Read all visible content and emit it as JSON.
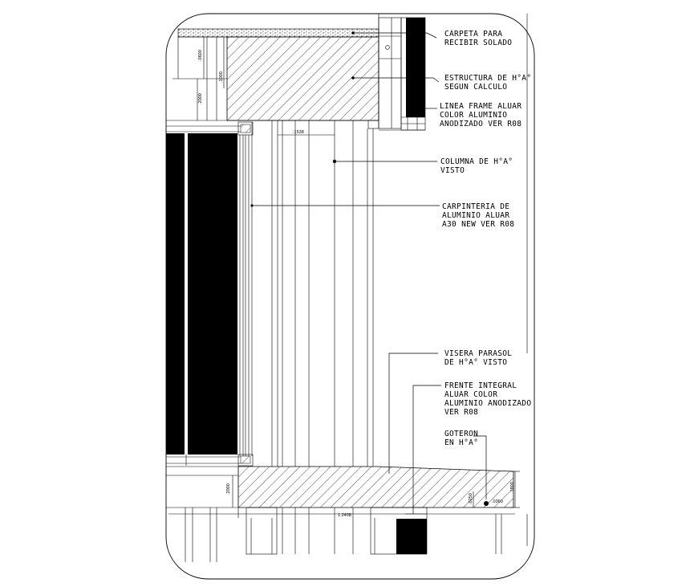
{
  "labels": [
    {
      "line1": "CARPETA PARA",
      "line2": "RECIBIR SOLADO",
      "line3": ""
    },
    {
      "line1": "ESTRUCTURA DE H°A°",
      "line2": "SEGUN CALCULO",
      "line3": ""
    },
    {
      "line1": "LINEA FRAME ALUAR",
      "line2": "COLOR ALUMINIO",
      "line3": "ANODIZADO VER R08"
    },
    {
      "line1": "COLUMNA DE H°A°",
      "line2": "VISTO",
      "line3": ""
    },
    {
      "line1": "CARPINTERIA DE",
      "line2": "ALUMINIO ALUAR",
      "line3": "A30 NEW VER R08"
    },
    {
      "line1": "VISERA PARASOL",
      "line2": "DE H°A° VISTO",
      "line3": ""
    },
    {
      "line1": "FRENTE INTEGRAL",
      "line2": "ALUAR COLOR",
      "line3": "ALUMINIO ANODIZADO",
      "line4": "VER R08"
    },
    {
      "line1": "GOTERON",
      "line2": "EN H°A°",
      "line3": ""
    }
  ],
  "dimensions": {
    "d_top_a": ".0600",
    "d_top_b": ".1000",
    "d_top_c": ".2000",
    "d_col": ".1538",
    "d_bottom_left": ".2000",
    "d_bottom_width": "1.2408",
    "d_right_height": ".1800",
    "d_small_a": ".0250",
    "d_small_b": ".0360"
  },
  "colors": {
    "line": "#000000",
    "background": "#ffffff"
  }
}
